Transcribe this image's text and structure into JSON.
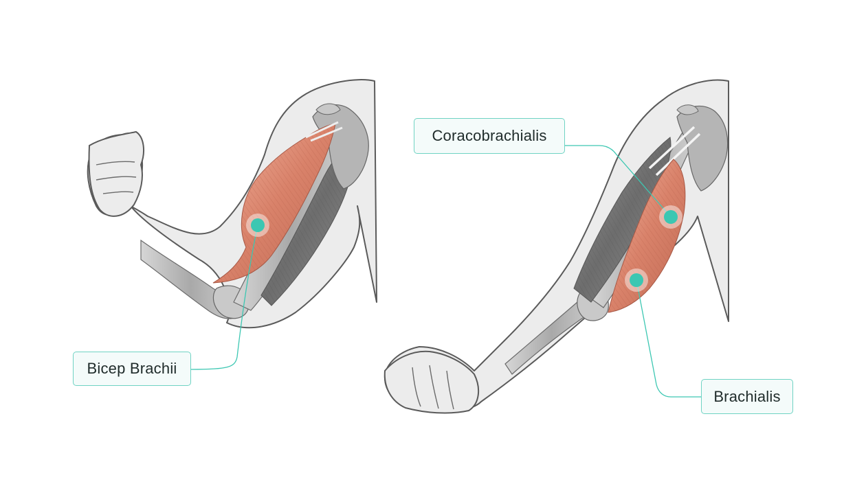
{
  "labels": {
    "bicep_brachii": "Bicep Brachii",
    "coracobrachialis": "Coracobrachialis",
    "brachialis": "Brachialis"
  },
  "colors": {
    "background": "#ffffff",
    "skin_fill": "#ececec",
    "skin_outline": "#5a5a5a",
    "bone_fill": "#b9b9b9",
    "muscle_fill": "#d9826a",
    "muscle_grey": "#7a7a7a",
    "accent": "#3cc7b2",
    "label_fill": "#f4fbfa",
    "label_border": "#6fd3c3"
  }
}
